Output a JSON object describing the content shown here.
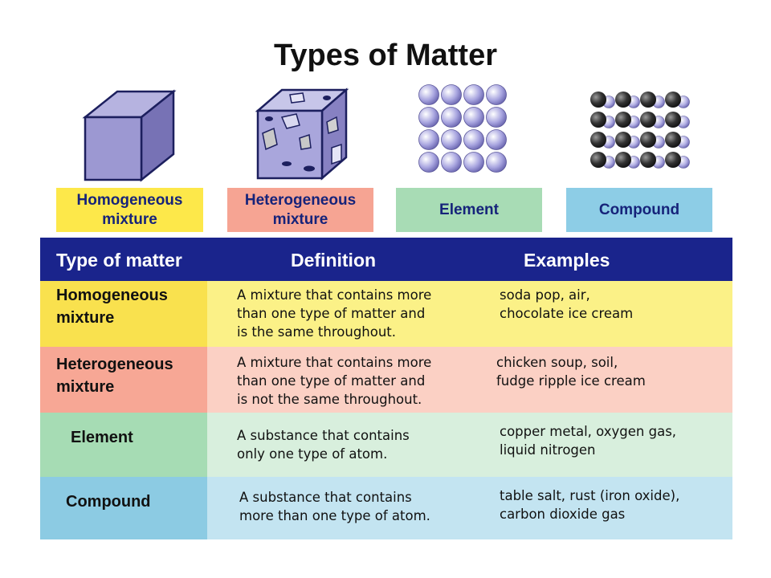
{
  "title": "Types of Matter",
  "colors": {
    "header": "#1a248c",
    "homogeneous": "#fae25a",
    "heterogeneous": "#f6a896",
    "element": "#a5dcb4",
    "compound": "#8ccce5"
  },
  "labels": {
    "homogeneous": "Homogeneous\nmixture",
    "heterogeneous": "Heterogeneous\nmixture",
    "element": "Element",
    "compound": "Compound"
  },
  "table": {
    "headers": [
      "Type of matter",
      "Definition",
      "Examples"
    ],
    "rows": [
      {
        "type": "Homogeneous\nmixture",
        "definition": "A mixture that contains more\nthan one type of matter and\nis the same throughout.",
        "examples": "soda pop, air,\nchocolate ice cream"
      },
      {
        "type": "Heterogeneous\nmixture",
        "definition": "A mixture that contains more\nthan one type of matter and\nis not the same throughout.",
        "examples": "chicken soup, soil,\nfudge ripple ice cream"
      },
      {
        "type": "Element",
        "definition": "A substance that contains\nonly one type of atom.",
        "examples": "copper metal, oxygen gas,\nliquid nitrogen"
      },
      {
        "type": "Compound",
        "definition": "A substance that contains\nmore than one type of atom.",
        "examples": "table salt, rust (iron oxide),\ncarbon dioxide gas"
      }
    ]
  }
}
